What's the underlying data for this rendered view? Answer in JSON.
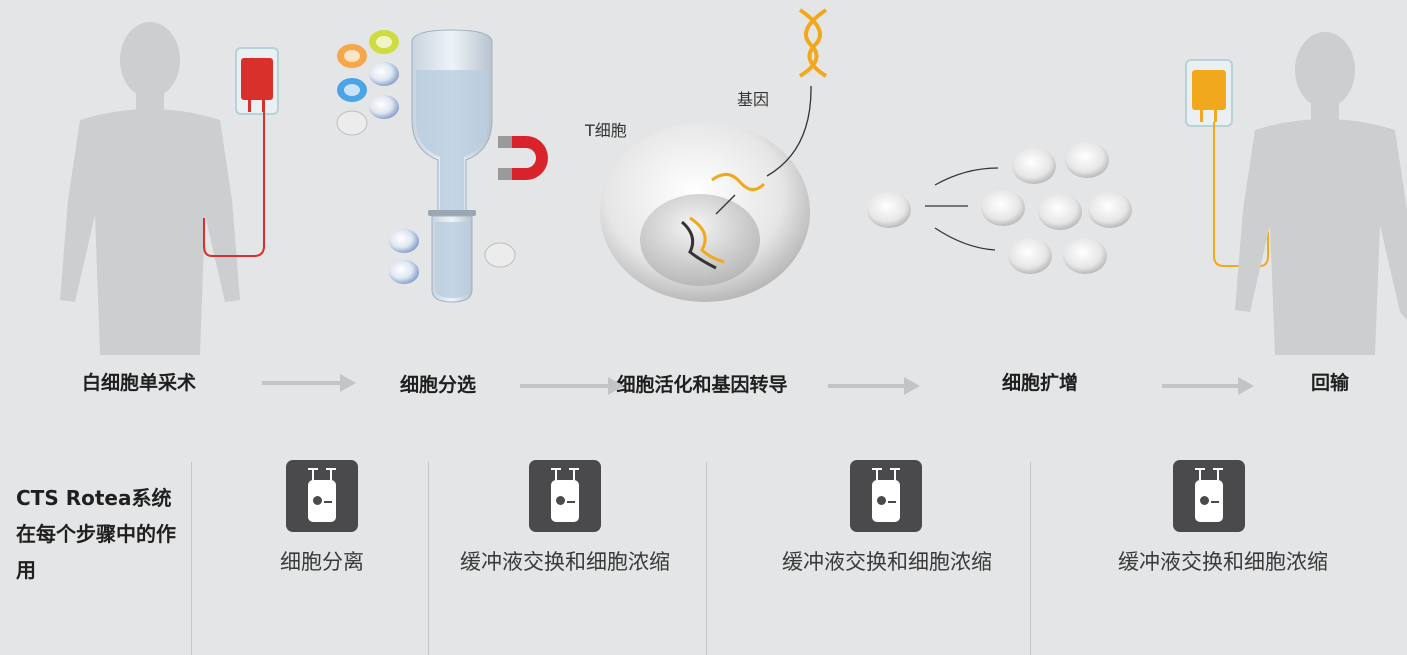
{
  "steps": [
    {
      "label": "白细胞单采术"
    },
    {
      "label": "细胞分选"
    },
    {
      "label": "细胞活化和基因转导"
    },
    {
      "label": "细胞扩增"
    },
    {
      "label": "回输"
    }
  ],
  "illustration": {
    "t_cell_label": "T细胞",
    "gene_label": "基因"
  },
  "role_section": {
    "title": "CTS Rotea系统在每个步骤中的作用",
    "roles": [
      {
        "text": "细胞分离",
        "icon": "rotea-device-icon"
      },
      {
        "text": "缓冲液交换和细胞浓缩",
        "icon": "rotea-device-icon"
      },
      {
        "text": "缓冲液交换和细胞浓缩",
        "icon": "rotea-device-icon"
      },
      {
        "text": "缓冲液交换和细胞浓缩",
        "icon": "rotea-device-icon"
      }
    ]
  },
  "colors": {
    "background": "#e4e5e6",
    "blood_bag": "#d9302b",
    "return_bag": "#f2a81d",
    "device": "#4a4a4c",
    "arrow": "#c3c4c6"
  }
}
